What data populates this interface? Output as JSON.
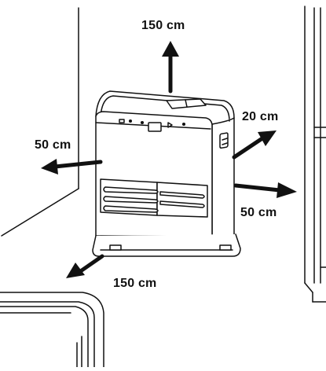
{
  "diagram": {
    "labels": {
      "top": "150 cm",
      "back_right": "20 cm",
      "left": "50 cm",
      "right": "50 cm",
      "front": "150 cm"
    },
    "colors": {
      "stroke": "#111111",
      "fill": "#ffffff"
    },
    "icons": [
      "heater",
      "arrow",
      "wall",
      "furniture"
    ]
  }
}
